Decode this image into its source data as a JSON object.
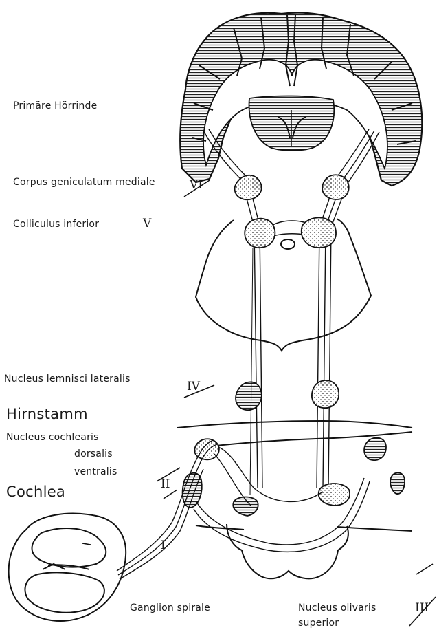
{
  "labels": {
    "primary_cortex": "Primäre Hörrinde",
    "corpus_geniculatum": "Corpus geniculatum mediale",
    "colliculus": "Colliculus inferior",
    "lemniscus": "Nucleus lemnisci lateralis",
    "hirnstamm": "Hirnstamm",
    "cochlear_nucleus": "Nucleus cochlearis",
    "dorsalis": "dorsalis",
    "ventralis": "ventralis",
    "cochlea": "Cochlea",
    "ganglion": "Ganglion spirale",
    "olivaris_line1": "Nucleus olivaris",
    "olivaris_line2": "superior"
  },
  "roman_numerals": {
    "vi": "VI",
    "v": "V",
    "iv": "IV",
    "iii": "III",
    "ii": "II",
    "i": "I"
  }
}
